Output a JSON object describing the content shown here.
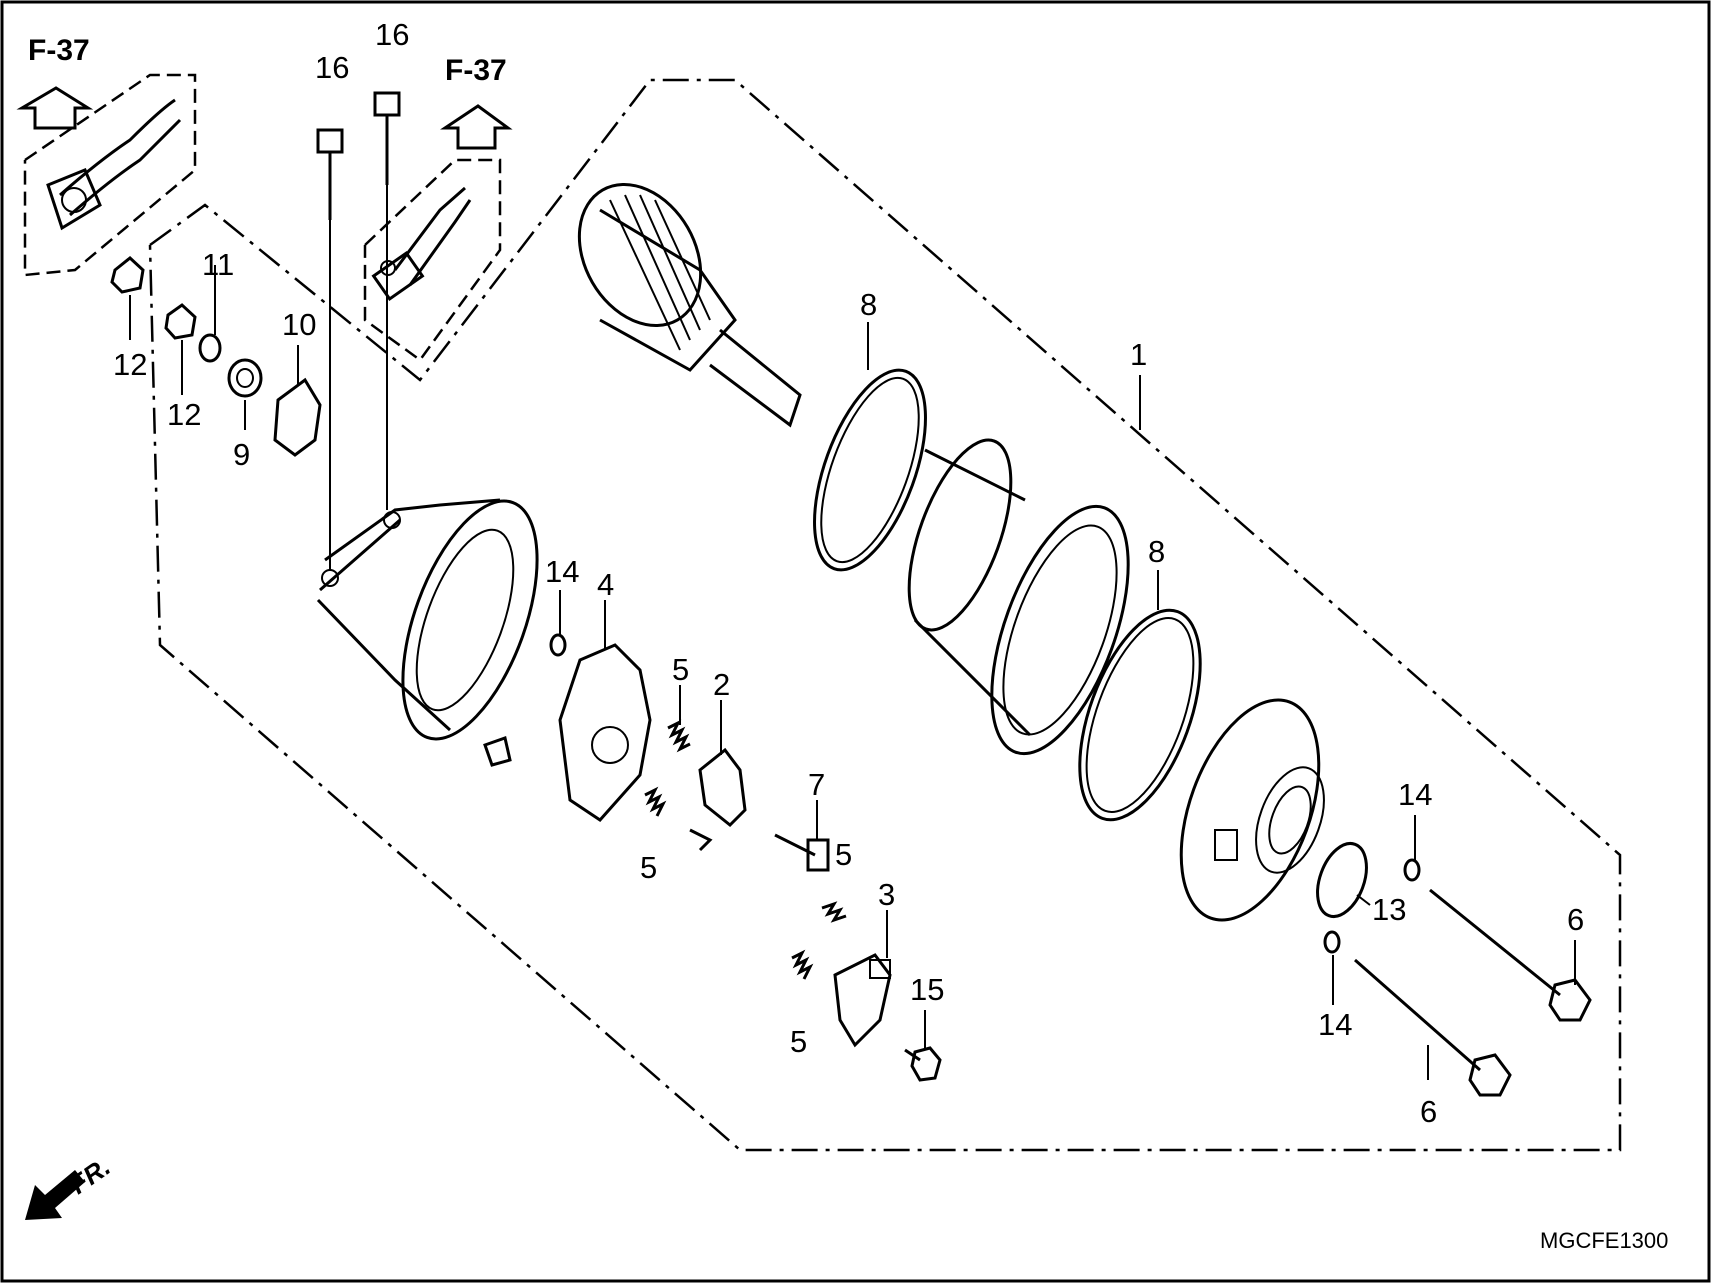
{
  "diagram": {
    "ref_labels": [
      "F-37",
      "F-37"
    ],
    "direction_label": "FR.",
    "drawing_code": "MGCFE1300",
    "callouts": [
      {
        "id": "c1",
        "text": "1"
      },
      {
        "id": "c2",
        "text": "2"
      },
      {
        "id": "c3",
        "text": "3"
      },
      {
        "id": "c4",
        "text": "4"
      },
      {
        "id": "c5a",
        "text": "5"
      },
      {
        "id": "c5b",
        "text": "5"
      },
      {
        "id": "c5c",
        "text": "5"
      },
      {
        "id": "c5d",
        "text": "5"
      },
      {
        "id": "c6a",
        "text": "6"
      },
      {
        "id": "c6b",
        "text": "6"
      },
      {
        "id": "c7",
        "text": "7"
      },
      {
        "id": "c8a",
        "text": "8"
      },
      {
        "id": "c8b",
        "text": "8"
      },
      {
        "id": "c9",
        "text": "9"
      },
      {
        "id": "c10",
        "text": "10"
      },
      {
        "id": "c11",
        "text": "11"
      },
      {
        "id": "c12a",
        "text": "12"
      },
      {
        "id": "c12b",
        "text": "12"
      },
      {
        "id": "c13",
        "text": "13"
      },
      {
        "id": "c14a",
        "text": "14"
      },
      {
        "id": "c14b",
        "text": "14"
      },
      {
        "id": "c14c",
        "text": "14"
      },
      {
        "id": "c15",
        "text": "15"
      },
      {
        "id": "c16a",
        "text": "16"
      },
      {
        "id": "c16b",
        "text": "16"
      }
    ]
  }
}
